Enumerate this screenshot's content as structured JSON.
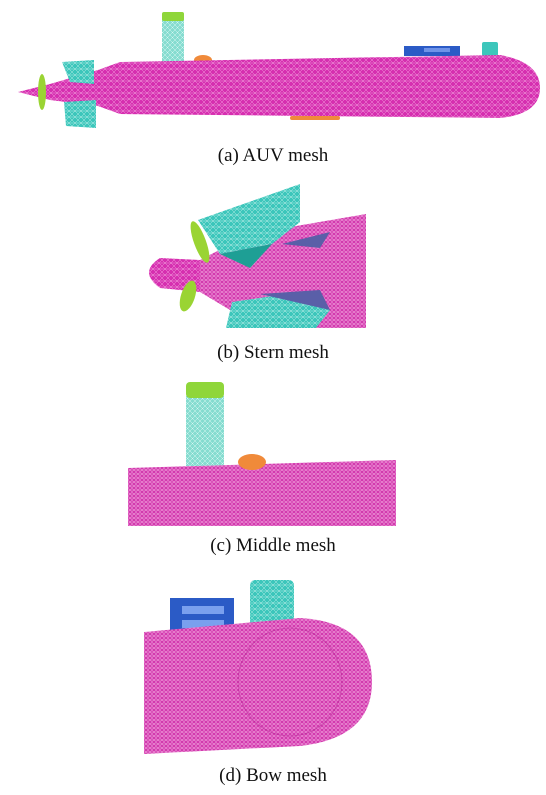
{
  "figure": {
    "panels": [
      {
        "id": "a",
        "caption": "(a) AUV mesh"
      },
      {
        "id": "b",
        "caption": "(b) Stern mesh"
      },
      {
        "id": "c",
        "caption": "(c) Middle mesh"
      },
      {
        "id": "d",
        "caption": "(d) Bow mesh"
      }
    ]
  },
  "colors": {
    "hull": "#d62fb0",
    "hull_dark": "#b01f8f",
    "fin": "#3cc6bb",
    "fin_dark": "#1e9f95",
    "mast": "#7fd9cc",
    "mast_cap": "#8fd63a",
    "propeller": "#9ad433",
    "dome": "#f08a3a",
    "sensor_box": "#2b5bc6",
    "keel": "#f08a3a"
  }
}
